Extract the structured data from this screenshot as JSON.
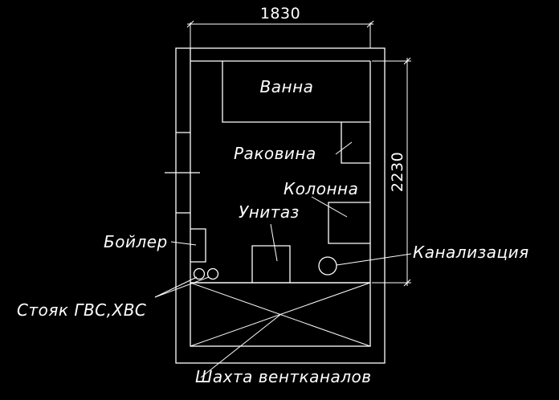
{
  "colors": {
    "background": "#000000",
    "lines": "#ffffff"
  },
  "dimensions": {
    "width": "1830",
    "height": "2230"
  },
  "labels": {
    "bath": "Ванна",
    "sink": "Раковина",
    "column": "Колонна",
    "toilet": "Унитаз",
    "boiler": "Бойлер",
    "sewer": "Канализация",
    "risers": "Стояк ГВС,ХВС",
    "vent_shaft": "Шахта вентканалов"
  }
}
